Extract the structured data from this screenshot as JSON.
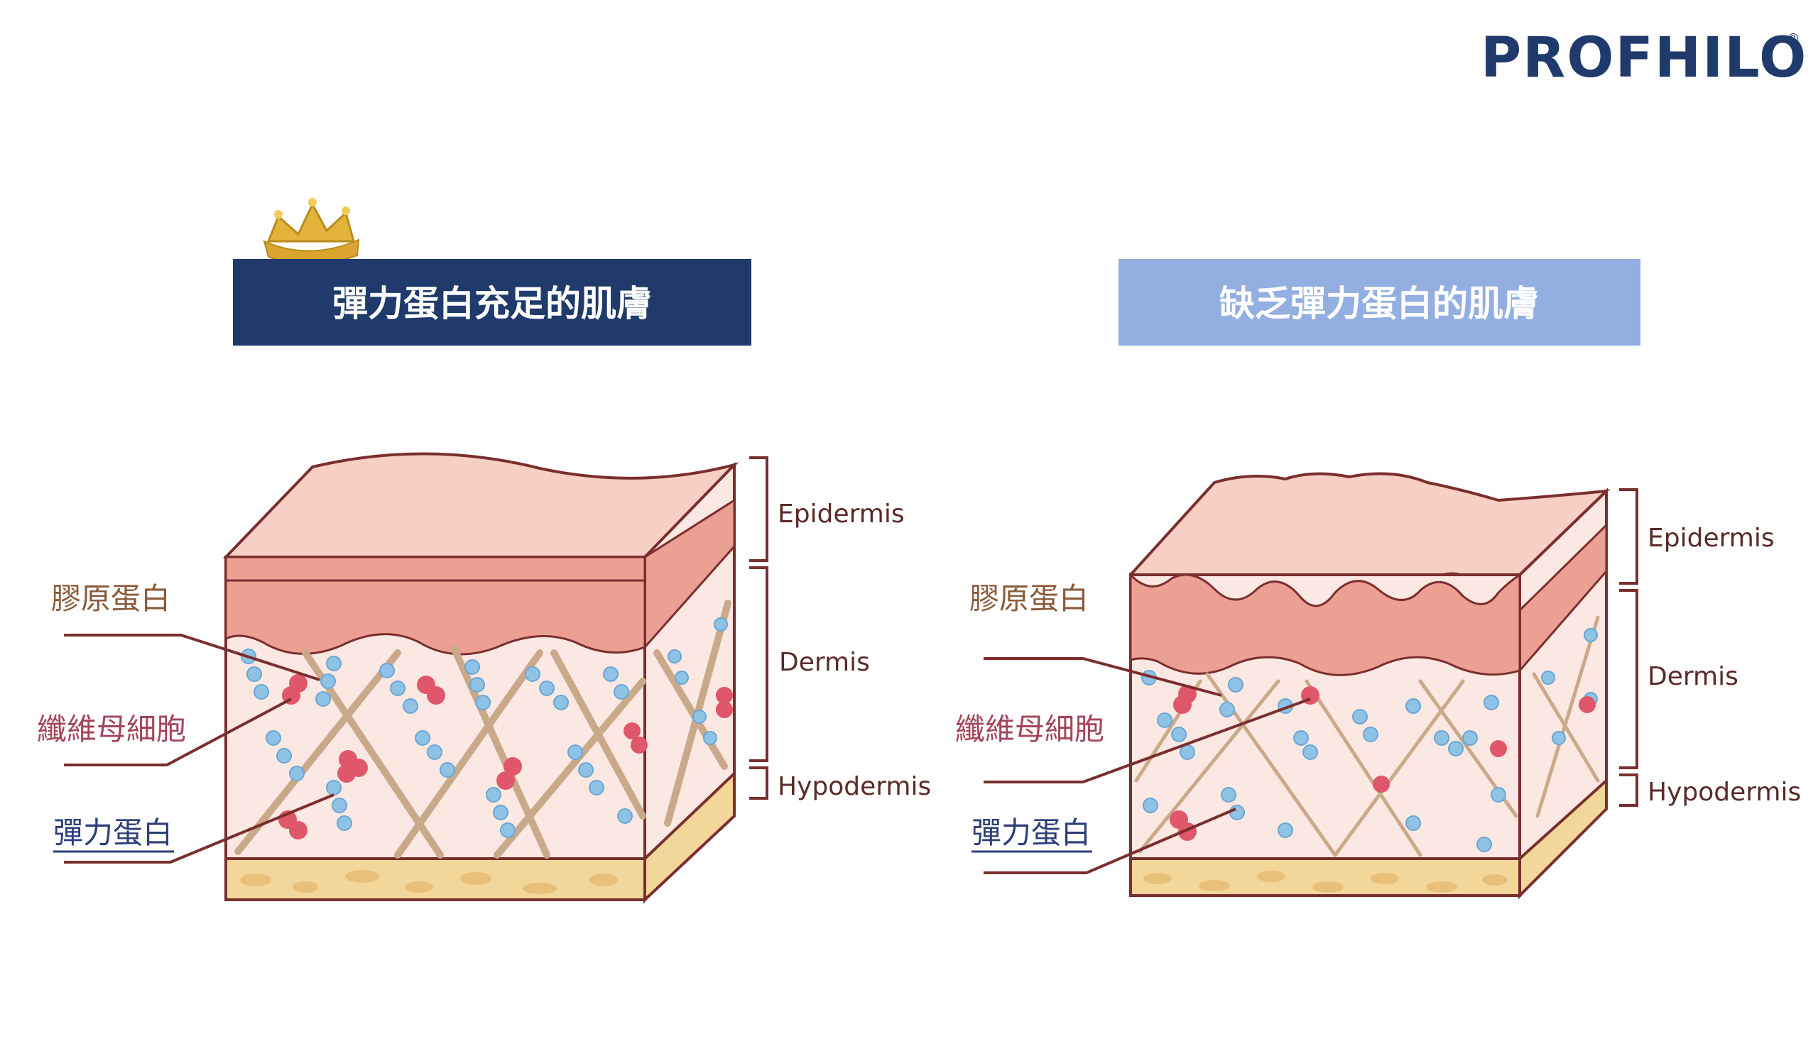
{
  "brand": {
    "logo_text": "PROFHILO",
    "mark": "®",
    "color": "#1f3a6b"
  },
  "panels": [
    {
      "title": "彈力蛋白充足的肌膚",
      "title_bg": "#1f3a6b",
      "title_color": "#ffffff",
      "has_crown": true,
      "layers": [
        "Epidermis",
        "Dermis",
        "Hypodermis"
      ],
      "callouts": [
        "膠原蛋白",
        "纖維母細胞",
        "彈力蛋白"
      ]
    },
    {
      "title": "缺乏彈力蛋白的肌膚",
      "title_bg": "#93aee0",
      "title_color": "#ffffff",
      "has_crown": false,
      "layers": [
        "Epidermis",
        "Dermis",
        "Hypodermis"
      ],
      "callouts": [
        "膠原蛋白",
        "纖維母細胞",
        "彈力蛋白"
      ]
    }
  ],
  "colors": {
    "outline": "#7a2e2e",
    "epidermis_top": "#f7cfc4",
    "epidermis_mid": "#ec9f93",
    "dermis": "#fbe8e2",
    "hypodermis": "#f3d69a",
    "collagen": "#c9a98a",
    "elastin": "#8fc3e6",
    "fibroblast": "#e0566a",
    "callout_brown": "#8b5a3a",
    "callout_pink": "#a3455a",
    "callout_blue": "#2c3f78"
  }
}
